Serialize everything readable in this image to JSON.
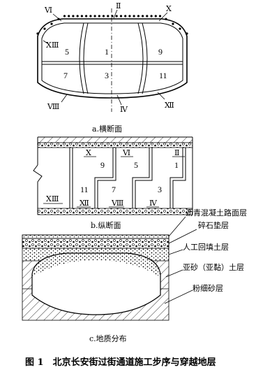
{
  "cross_section": {
    "caption": "a.横断面",
    "cells": [
      "1",
      "3",
      "5",
      "7",
      "9",
      "11"
    ],
    "markers": {
      "II": "Ⅱ",
      "IV": "Ⅳ",
      "VI": "Ⅵ",
      "VIII": "Ⅷ",
      "X": "Ⅹ",
      "XII": "Ⅻ",
      "XIII": "ⅩⅢ"
    }
  },
  "longitudinal_section": {
    "caption": "b.纵断面",
    "cells": [
      "1",
      "3",
      "5",
      "7",
      "9",
      "11"
    ],
    "markers": {
      "II": "Ⅱ",
      "IV": "Ⅳ",
      "VI": "Ⅵ",
      "VIII": "Ⅷ",
      "X": "Ⅹ",
      "XII": "Ⅻ",
      "XIII": "ⅩⅢ"
    }
  },
  "geology": {
    "caption": "c.地质分布",
    "layers": {
      "asphalt": "沥青混凝土路面层",
      "gravel": "碎石垫层",
      "fill": "人工回填土层",
      "sandy_clay": "亚砂（亚黏）土层",
      "fine_sand": "粉细砂层"
    }
  },
  "figure_caption": "图 1　北京长安街过街通道施工步序与穿越地层"
}
